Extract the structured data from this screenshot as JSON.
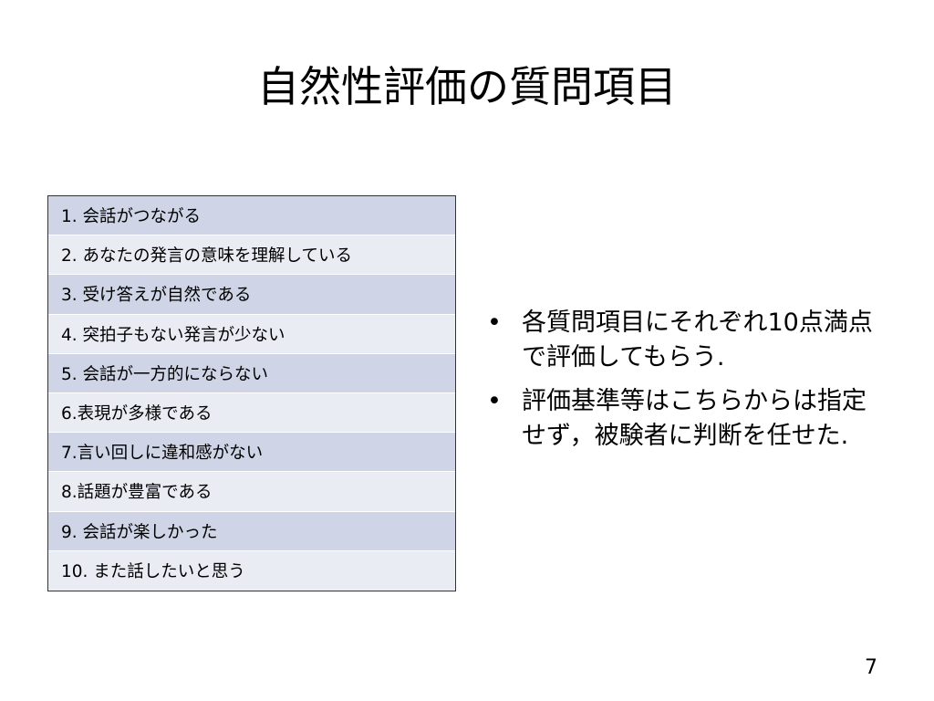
{
  "slide": {
    "title": "自然性評価の質問項目",
    "questions": [
      "1. 会話がつながる",
      "2. あなたの発言の意味を理解している",
      "3. 受け答えが自然である",
      "4. 突拍子もない発言が少ない",
      "5. 会話が一方的にならない",
      "6.表現が多様である",
      "7.言い回しに違和感がない",
      "8.話題が豊富である",
      "9. 会話が楽しかった",
      "10. また話したいと思う"
    ],
    "bullets": [
      "各質問項目にそれぞれ10点満点で評価してもらう.",
      "評価基準等はこちらからは指定せず，被験者に判断を任せた."
    ],
    "bullet_glyph": "•",
    "page_number": "7"
  }
}
